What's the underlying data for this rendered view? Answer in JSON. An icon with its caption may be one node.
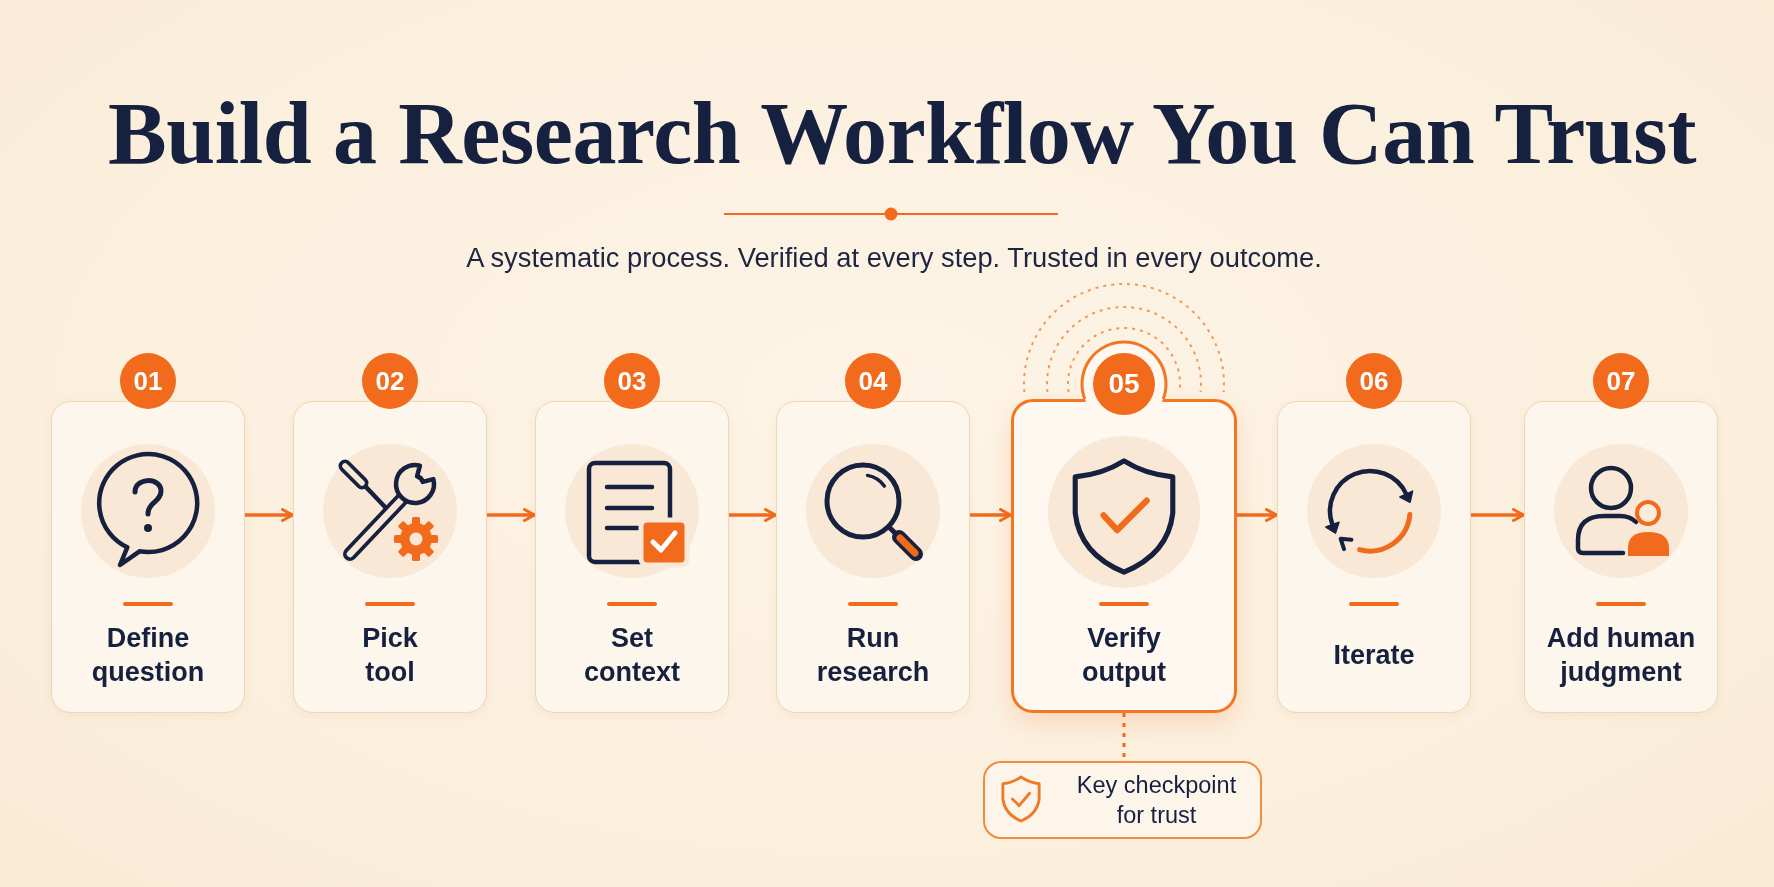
{
  "diagram": {
    "title": "Build a Research Workflow You Can Trust",
    "nodes": [
      {
        "text": [
          "01"
        ]
      },
      {
        "text": [
          "Define question"
        ]
      },
      {
        "text": [
          "02"
        ]
      },
      {
        "text": [
          "Pick tool"
        ]
      },
      {
        "text": [
          "03"
        ]
      },
      {
        "text": [
          "Set context"
        ]
      },
      {
        "text": [
          "04"
        ]
      },
      {
        "text": [
          "Run research"
        ]
      },
      {
        "text": [
          "05"
        ]
      },
      {
        "text": [
          "Verify output"
        ]
      },
      {
        "text": [
          "06"
        ]
      },
      {
        "text": [
          "Iterate"
        ]
      },
      {
        "text": [
          "07"
        ]
      },
      {
        "text": [
          "Add human judgment"
        ]
      },
      {
        "text": [
          "Key checkpoint for trust"
        ]
      }
    ],
    "edges": [
      {
        "from": 1,
        "to": 3,
        "arrow": "to"
      },
      {
        "from": 3,
        "to": 5,
        "arrow": "to"
      },
      {
        "from": 5,
        "to": 7,
        "arrow": "to"
      },
      {
        "from": 7,
        "to": 9,
        "arrow": "to"
      },
      {
        "from": 9,
        "to": 11,
        "arrow": "to"
      },
      {
        "from": 11,
        "to": 13,
        "arrow": "to"
      },
      {
        "from": 9,
        "to": 14,
        "arrow": "none",
        "style": "dashed"
      }
    ],
    "labels": [
      "A systematic process. Verified at every step. Trusted in every outcome."
    ]
  }
}
